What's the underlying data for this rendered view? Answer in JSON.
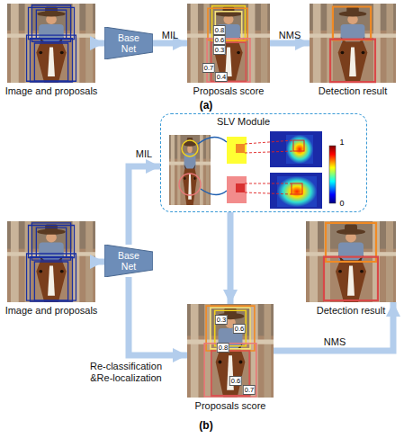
{
  "diagram": {
    "nodes": [
      {
        "text": [
          "Image and proposals"
        ]
      },
      {
        "text": [
          "Base Net"
        ]
      },
      {
        "text": [
          "Proposals score"
        ]
      },
      {
        "text": [
          "Detection result"
        ]
      },
      {
        "text": [
          "Image and proposals"
        ]
      },
      {
        "text": [
          "Base Net"
        ]
      },
      {
        "text": [
          "SLV Module"
        ]
      },
      {
        "text": [
          "Proposals score"
        ]
      },
      {
        "text": [
          "Detection result"
        ]
      }
    ],
    "edges": [
      {
        "from": 0,
        "to": 1,
        "arrow": "to"
      },
      {
        "from": 1,
        "to": 2,
        "label": "MIL",
        "arrow": "to"
      },
      {
        "from": 2,
        "to": 3,
        "label": "NMS",
        "arrow": "to"
      },
      {
        "from": 4,
        "to": 5,
        "arrow": "to"
      },
      {
        "from": 5,
        "to": 6,
        "label": "MIL",
        "arrow": "to"
      },
      {
        "from": 6,
        "to": 7,
        "arrow": "to"
      },
      {
        "from": 5,
        "to": 7,
        "label": "Re-classification &Re-localization",
        "arrow": "to"
      },
      {
        "from": 7,
        "to": 8,
        "label": "NMS",
        "arrow": "to"
      }
    ],
    "labels": [
      "0.8",
      "0.6",
      "0.3",
      "0.7",
      "0.4",
      "(a)",
      "1",
      "0",
      "0.3",
      "0.6",
      "0.8",
      "0.6",
      "0.7",
      "(b)"
    ]
  }
}
